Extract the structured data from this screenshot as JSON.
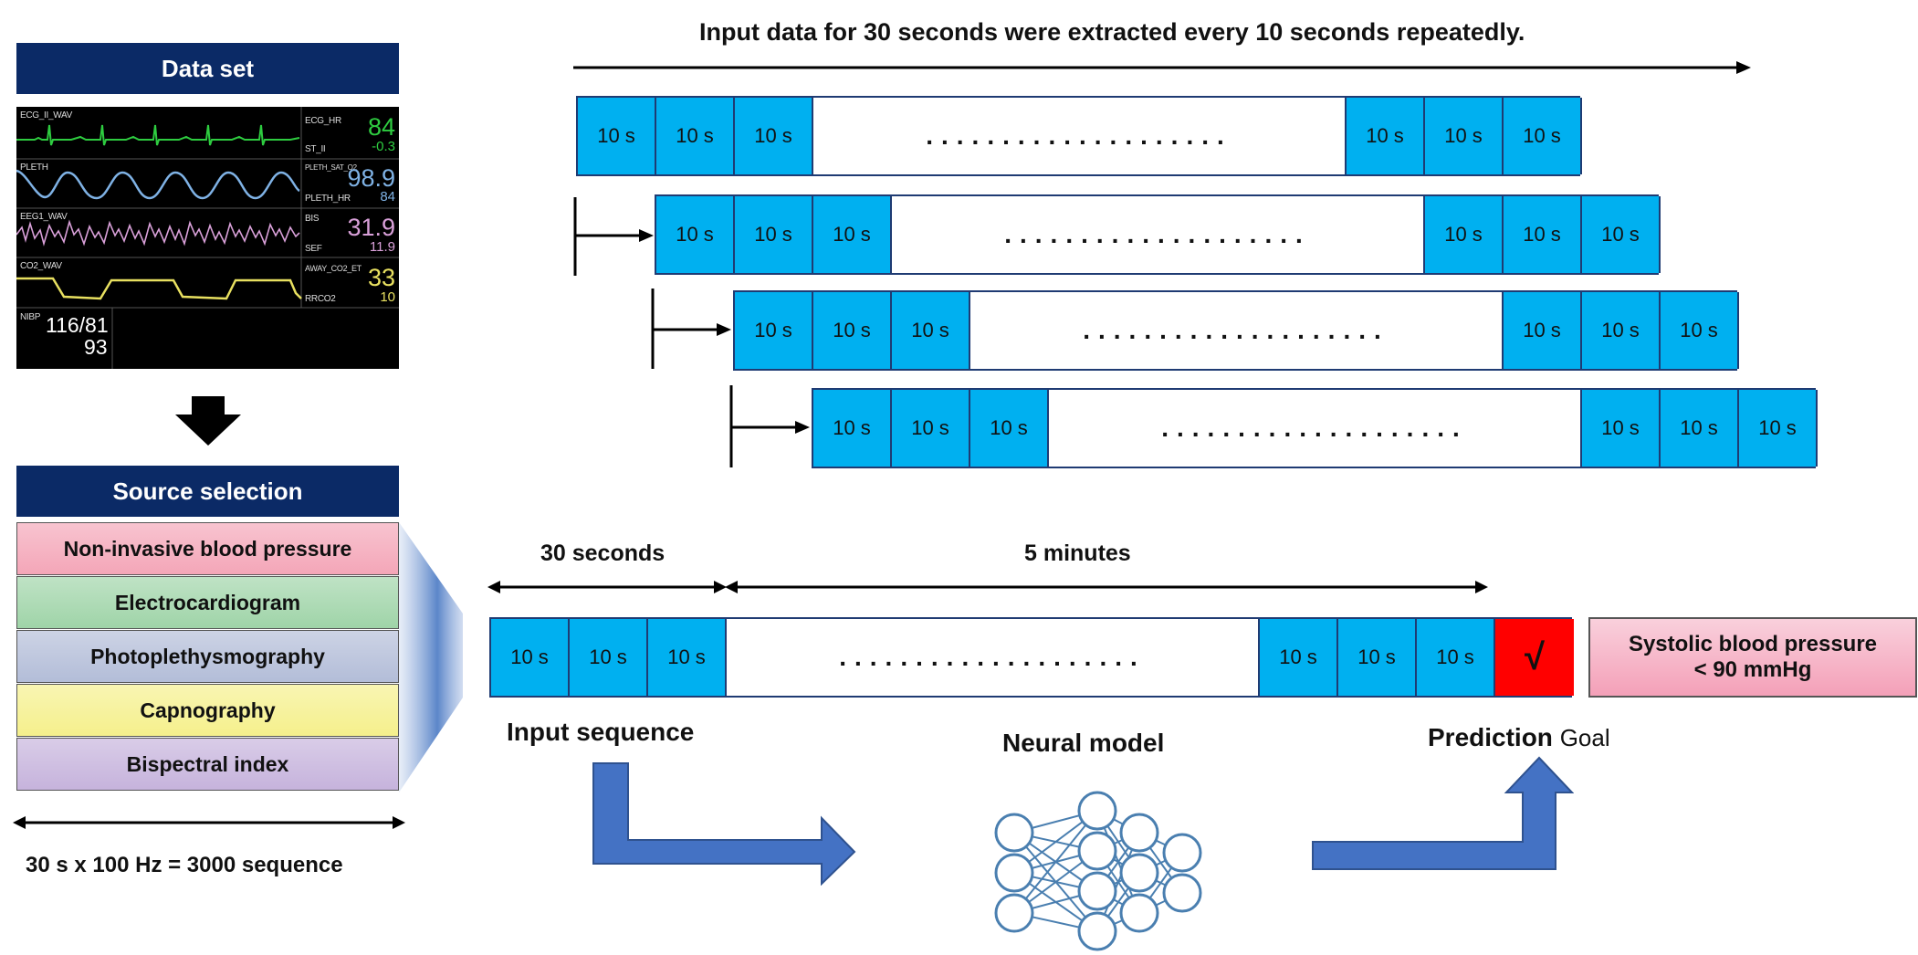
{
  "left": {
    "dataset_title": "Data set",
    "source_title": "Source selection",
    "monitor": {
      "ecg_wave_label": "ECG_II_WAV",
      "ecg_hr_label": "ECG_HR",
      "ecg_hr_value": "84",
      "st_label": "ST_II",
      "st_value": "-0.3",
      "pleth_label": "PLETH",
      "pleth_sat_label": "PLETH_SAT_O2",
      "pleth_sat_value": "98.9",
      "pleth_hr_label": "PLETH_HR",
      "pleth_hr_value": "84",
      "eeg_label": "EEG1_WAV",
      "bis_label": "BIS",
      "bis_value": "31.9",
      "sef_label": "SEF",
      "sef_value": "11.9",
      "co2_label": "CO2_WAV",
      "co2_et_label": "AWAY_CO2_ET",
      "co2_et_value": "33",
      "rrco2_label": "RRCO2",
      "rrco2_value": "10",
      "nibp_label": "NIBP",
      "nibp_value": "116/81",
      "nibp_mean": "93"
    },
    "sources": [
      {
        "label": "Non-invasive blood pressure",
        "color": "#f4a6b8"
      },
      {
        "label": "Electrocardiogram",
        "color": "#9fd4a8"
      },
      {
        "label": "Photoplethysmography",
        "color": "#b3bdd8"
      },
      {
        "label": "Capnography",
        "color": "#f5f08c"
      },
      {
        "label": "Bispectral index",
        "color": "#c6b3dc"
      }
    ],
    "sequence_formula": "30 s  x  100 Hz = 3000 sequence"
  },
  "top": {
    "caption": "Input data for 30 seconds were extracted every 10 seconds repeatedly.",
    "block_label": "10 s",
    "dots": "...................."
  },
  "bottom": {
    "label_30s": "30 seconds",
    "label_5min": "5 minutes",
    "block_label": "10 s",
    "check_mark": "√",
    "goal_line1": "Systolic blood pressure",
    "goal_line2": "< 90 mmHg",
    "input_sequence": "Input sequence",
    "neural_model": "Neural model",
    "prediction": "Prediction",
    "goal": "Goal"
  },
  "colors": {
    "block": "#00b0f0",
    "header": "#0b2a66",
    "arrow": "#4472c4",
    "check": "#ff0000",
    "network": "#4a7fb0"
  }
}
